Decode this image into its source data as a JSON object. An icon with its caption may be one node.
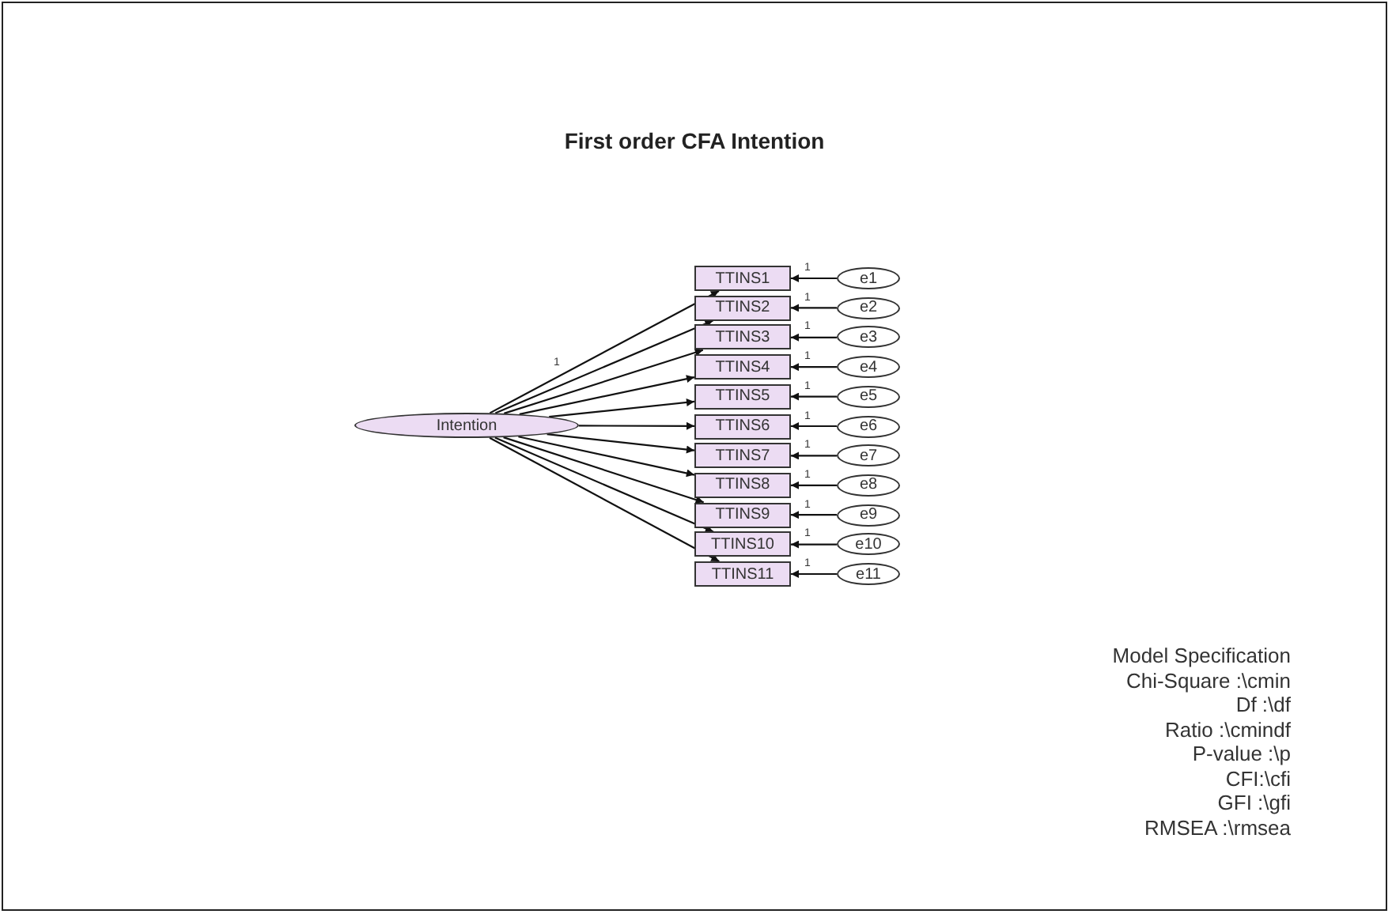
{
  "diagram": {
    "title": "First order CFA Intention",
    "nodes": [
      {
        "text": [
          "Intention"
        ]
      },
      {
        "text": [
          "TTINS1"
        ]
      },
      {
        "text": [
          "TTINS2"
        ]
      },
      {
        "text": [
          "TTINS3"
        ]
      },
      {
        "text": [
          "TTINS4"
        ]
      },
      {
        "text": [
          "TTINS5"
        ]
      },
      {
        "text": [
          "TTINS6"
        ]
      },
      {
        "text": [
          "TTINS7"
        ]
      },
      {
        "text": [
          "TTINS8"
        ]
      },
      {
        "text": [
          "TTINS9"
        ]
      },
      {
        "text": [
          "TTINS10"
        ]
      },
      {
        "text": [
          "TTINS11"
        ]
      },
      {
        "text": [
          "e1"
        ]
      },
      {
        "text": [
          "e2"
        ]
      },
      {
        "text": [
          "e3"
        ]
      },
      {
        "text": [
          "e4"
        ]
      },
      {
        "text": [
          "e5"
        ]
      },
      {
        "text": [
          "e6"
        ]
      },
      {
        "text": [
          "e7"
        ]
      },
      {
        "text": [
          "e8"
        ]
      },
      {
        "text": [
          "e9"
        ]
      },
      {
        "text": [
          "e10"
        ]
      },
      {
        "text": [
          "e11"
        ]
      }
    ],
    "edges": [
      {
        "from": 0,
        "to": 1,
        "arrow": "to",
        "label": "1"
      },
      {
        "from": 0,
        "to": 2,
        "arrow": "to"
      },
      {
        "from": 0,
        "to": 3,
        "arrow": "to"
      },
      {
        "from": 0,
        "to": 4,
        "arrow": "to"
      },
      {
        "from": 0,
        "to": 5,
        "arrow": "to"
      },
      {
        "from": 0,
        "to": 6,
        "arrow": "to"
      },
      {
        "from": 0,
        "to": 7,
        "arrow": "to"
      },
      {
        "from": 0,
        "to": 8,
        "arrow": "to"
      },
      {
        "from": 0,
        "to": 9,
        "arrow": "to"
      },
      {
        "from": 0,
        "to": 10,
        "arrow": "to"
      },
      {
        "from": 0,
        "to": 11,
        "arrow": "to"
      },
      {
        "from": 12,
        "to": 1,
        "arrow": "to",
        "label": "1"
      },
      {
        "from": 13,
        "to": 2,
        "arrow": "to",
        "label": "1"
      },
      {
        "from": 14,
        "to": 3,
        "arrow": "to",
        "label": "1"
      },
      {
        "from": 15,
        "to": 4,
        "arrow": "to",
        "label": "1"
      },
      {
        "from": 16,
        "to": 5,
        "arrow": "to",
        "label": "1"
      },
      {
        "from": 17,
        "to": 6,
        "arrow": "to",
        "label": "1"
      },
      {
        "from": 18,
        "to": 7,
        "arrow": "to",
        "label": "1"
      },
      {
        "from": 19,
        "to": 8,
        "arrow": "to",
        "label": "1"
      },
      {
        "from": 20,
        "to": 9,
        "arrow": "to",
        "label": "1"
      },
      {
        "from": 21,
        "to": 10,
        "arrow": "to",
        "label": "1"
      },
      {
        "from": 22,
        "to": 11,
        "arrow": "to",
        "label": "1"
      }
    ],
    "labels": [
      "Model Specification",
      "Chi-Square :\\cmin",
      "Df :\\df",
      "Ratio :\\cmindf",
      "P-value :\\p",
      "CFI:\\cfi",
      "GFI :\\gfi",
      "RMSEA :\\rmsea"
    ]
  }
}
